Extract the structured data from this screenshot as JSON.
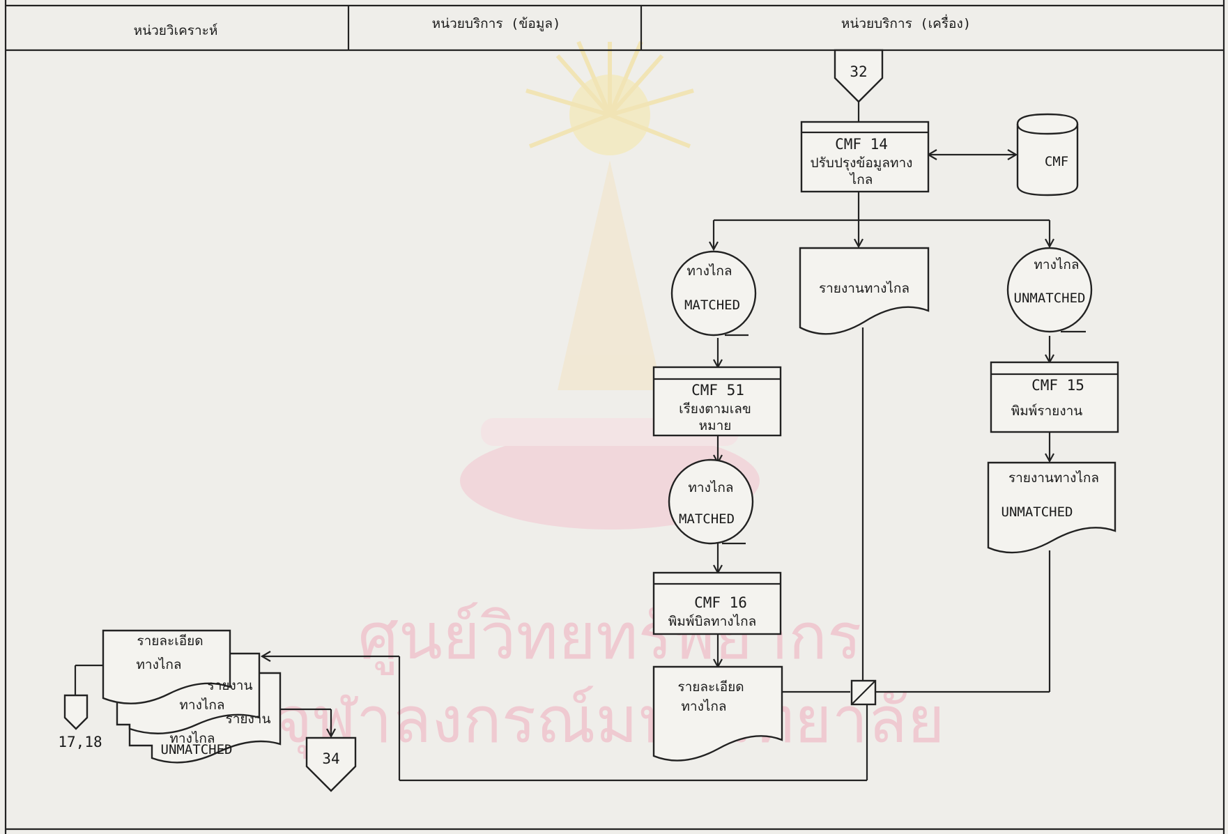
{
  "header": {
    "lane1": "หน่วยวิเคราะห์",
    "lane2": "หน่วยบริการ (ข้อมูล)",
    "lane3": "หน่วยบริการ (เครื่อง)"
  },
  "watermark": {
    "line1": "ศูนย์วิทยทรัพยากร",
    "line2": "จุฬาลงกรณ์มหาวิทยาลัย"
  },
  "nodes": {
    "conn32": "32",
    "cmf14": {
      "code": "CMF 14",
      "line1": "ปรับปรุงข้อมูลทาง",
      "line2": "ไกล"
    },
    "db": "CMF",
    "tapeMatched": {
      "line1": "ทางไกล",
      "line2": "MATCHED"
    },
    "reportDistance": "รายงานทางไกล",
    "tapeUnmatched": {
      "line1": "ทางไกล",
      "line2": "UNMATCHED"
    },
    "cmf51": {
      "code": "CMF 51",
      "line1": "เรียงตามเลข",
      "line2": "หมาย"
    },
    "cmf15": {
      "code": "CMF 15",
      "line1": "พิมพ์รายงาน"
    },
    "tapeMatched2": {
      "line1": "ทางไกล",
      "line2": "MATCHED"
    },
    "reportUnmatched": {
      "line1": "รายงานทางไกล",
      "line2": "UNMATCHED"
    },
    "cmf16": {
      "code": "CMF 16",
      "line1": "พิมพ์บิลทางไกล"
    },
    "detailDoc": {
      "line1": "รายละเอียด",
      "line2": "ทางไกล"
    },
    "stackDoc1": {
      "line1": "รายละเอียด",
      "line2": "ทางไกล"
    },
    "stackDoc2": {
      "line1": "รายงาน",
      "line2": "ทางไกล"
    },
    "stackDoc3": {
      "line1": "รายงาน",
      "line2": "ทางไกล",
      "line3": "UNMATCHED"
    },
    "offpage": "17,18",
    "conn34": "34"
  }
}
